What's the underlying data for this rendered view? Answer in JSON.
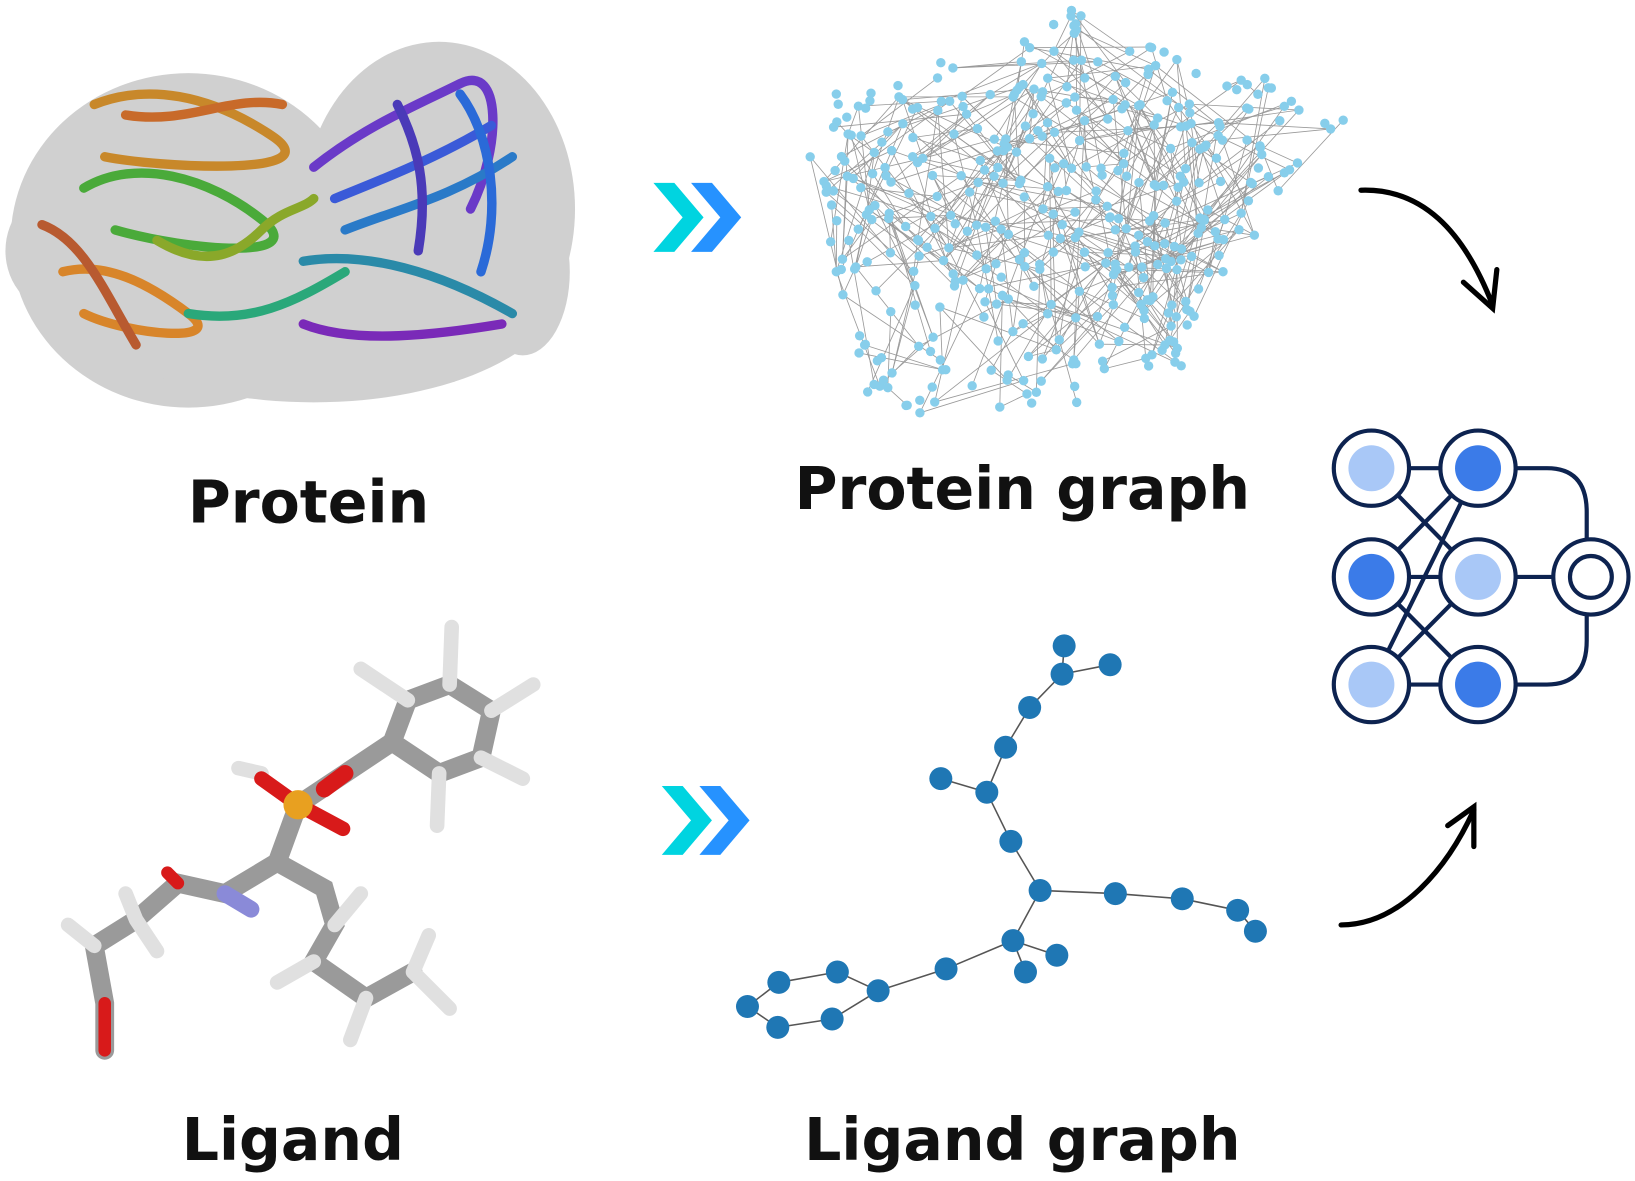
{
  "labels": {
    "protein": "Protein",
    "protein_graph": "Protein graph",
    "ligand": "Ligand",
    "ligand_graph": "Ligand graph"
  },
  "colors": {
    "graph_node": "#87ceeb",
    "graph_edge": "#808080",
    "ligand_node": "#1f77b4",
    "arrow_cyan": "#00d4e0",
    "arrow_blue": "#1a8cff",
    "nn_dark": "#0d2350",
    "nn_blue": "#3b7be8",
    "nn_light": "#a9c8f7"
  },
  "icons": [
    "double-chevron-right-icon",
    "curved-arrow-icon",
    "neural-network-icon"
  ]
}
